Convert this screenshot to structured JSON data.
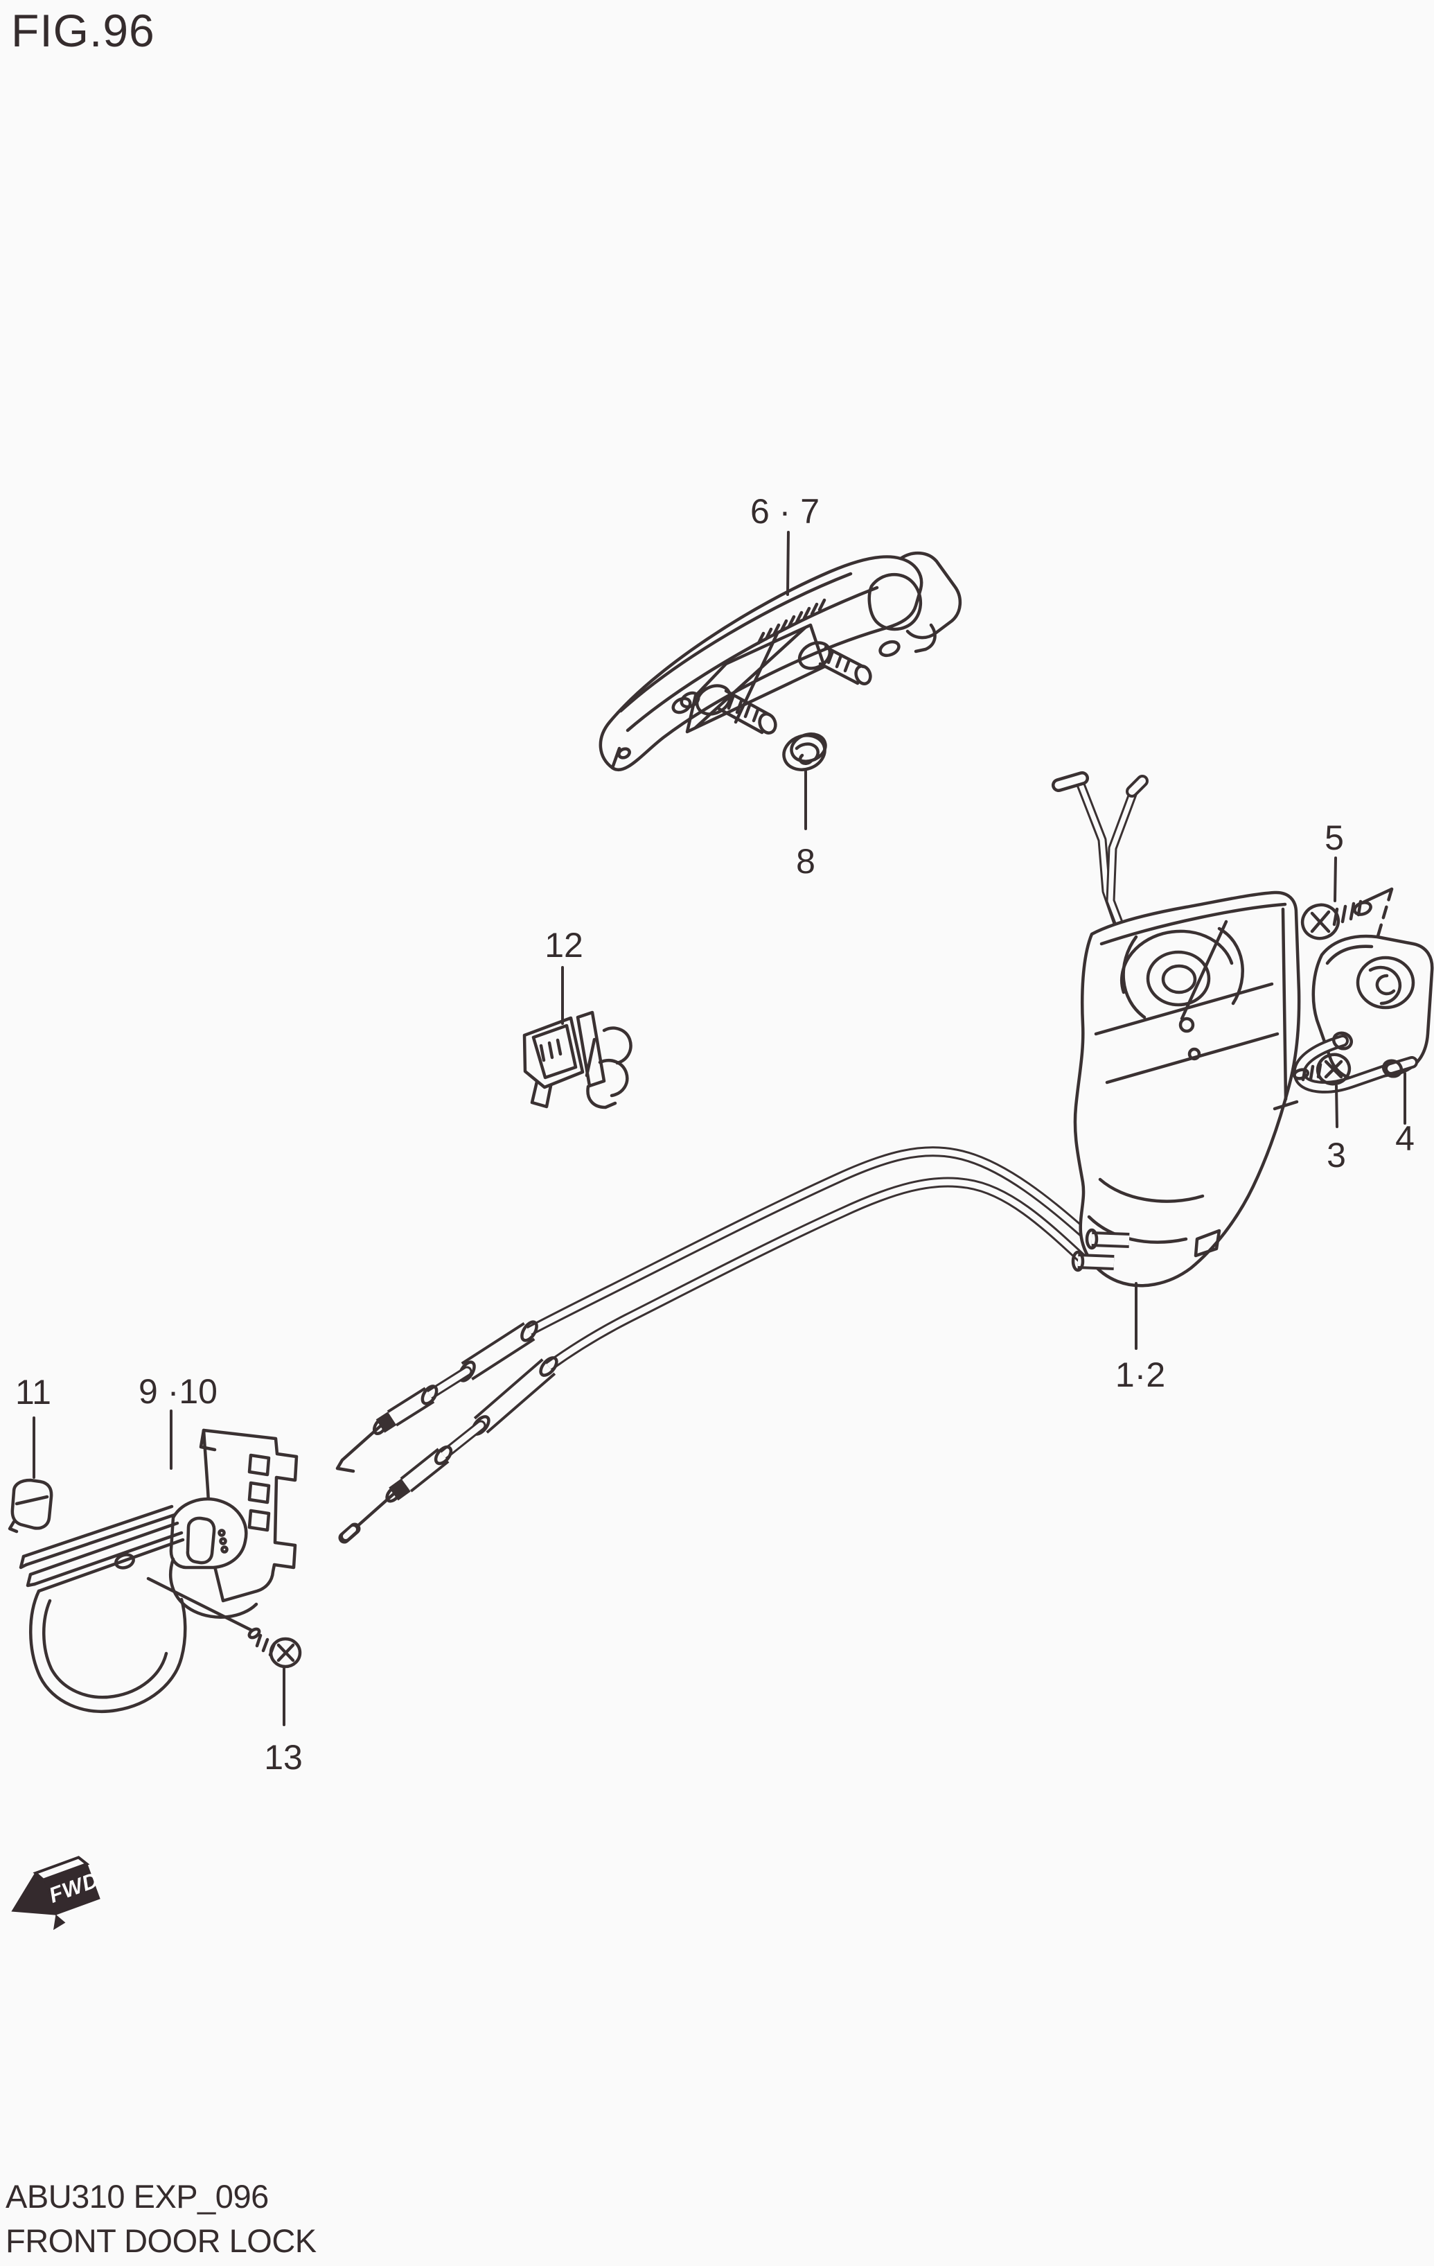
{
  "figure": {
    "title": "FIG.96"
  },
  "callouts": [
    {
      "ref": "6 · 7"
    },
    {
      "ref": "8"
    },
    {
      "ref": "12"
    },
    {
      "ref": "5"
    },
    {
      "ref": "3"
    },
    {
      "ref": "4"
    },
    {
      "ref": "1·2"
    },
    {
      "ref": "11"
    },
    {
      "ref": "9 ·10"
    },
    {
      "ref": "13"
    }
  ],
  "direction_flag": {
    "label": "FWD"
  },
  "footer": {
    "catalog_code": "ABU310 EXP_096",
    "figure_name": "FRONT DOOR LOCK"
  },
  "colors": {
    "line": "#3a3132",
    "background": "#fafafa",
    "flag_fill": "#342a2d",
    "flag_text": "#ffffff"
  }
}
